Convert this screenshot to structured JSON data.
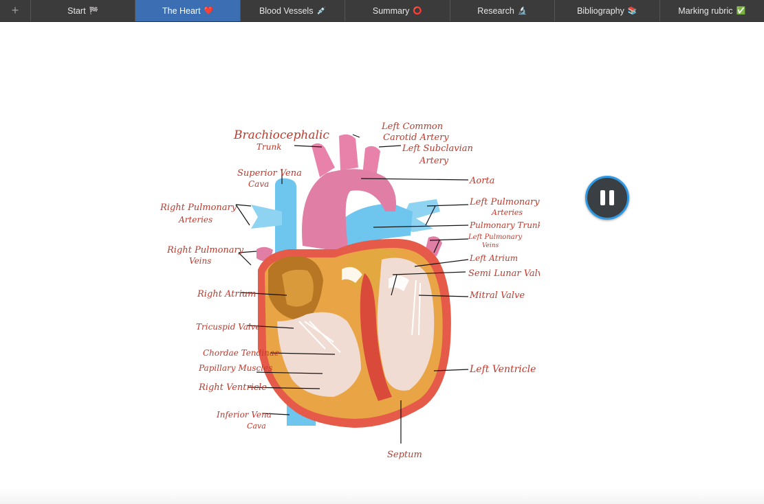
{
  "tabs": [
    {
      "label": "Start",
      "emoji": "🏁"
    },
    {
      "label": "The Heart",
      "emoji": "❤️",
      "active": true
    },
    {
      "label": "Blood Vessels",
      "emoji": "💉"
    },
    {
      "label": "Summary",
      "emoji": "⭕"
    },
    {
      "label": "Research",
      "emoji": "🔬"
    },
    {
      "label": "Bibliography",
      "emoji": "📚"
    },
    {
      "label": "Marking rubric",
      "emoji": "✅"
    }
  ],
  "add_tab_symbol": "+",
  "diagram": {
    "labels": {
      "brachiocephalic": [
        "Brachiocephalic",
        "Trunk"
      ],
      "left_common_carotid": [
        "Left Common",
        "Carotid Artery"
      ],
      "left_subclavian": [
        "Left Subclavian",
        "Artery"
      ],
      "superior_vena_cava": [
        "Superior Vena",
        "Cava"
      ],
      "aorta": [
        "Aorta"
      ],
      "right_pulmonary_arteries": [
        "Right Pulmonary",
        "Arteries"
      ],
      "left_pulmonary_arteries": [
        "Left Pulmonary",
        "Arteries"
      ],
      "pulmonary_trunk": [
        "Pulmonary Trunk"
      ],
      "left_pulmonary_veins": [
        "Left Pulmonary",
        "Veins"
      ],
      "right_pulmonary_veins": [
        "Right Pulmonary",
        "Veins"
      ],
      "left_atrium": [
        "Left Atrium"
      ],
      "semi_lunar_valves": [
        "Semi Lunar Valves"
      ],
      "right_atrium": [
        "Right Atrium"
      ],
      "mitral_valve": [
        "Mitral Valve"
      ],
      "tricuspid_valve": [
        "Tricuspid Valve"
      ],
      "chordae_tendinae": [
        "Chordae Tendinae"
      ],
      "papillary_muscles": [
        "Papillary Muscles"
      ],
      "right_ventricle": [
        "Right Ventricle"
      ],
      "left_ventricle": [
        "Left Ventricle"
      ],
      "inferior_vena_cava": [
        "Inferior Vena",
        "Cava"
      ],
      "septum": [
        "Septum"
      ]
    }
  },
  "media": {
    "state": "playing",
    "icon": "pause-icon"
  }
}
